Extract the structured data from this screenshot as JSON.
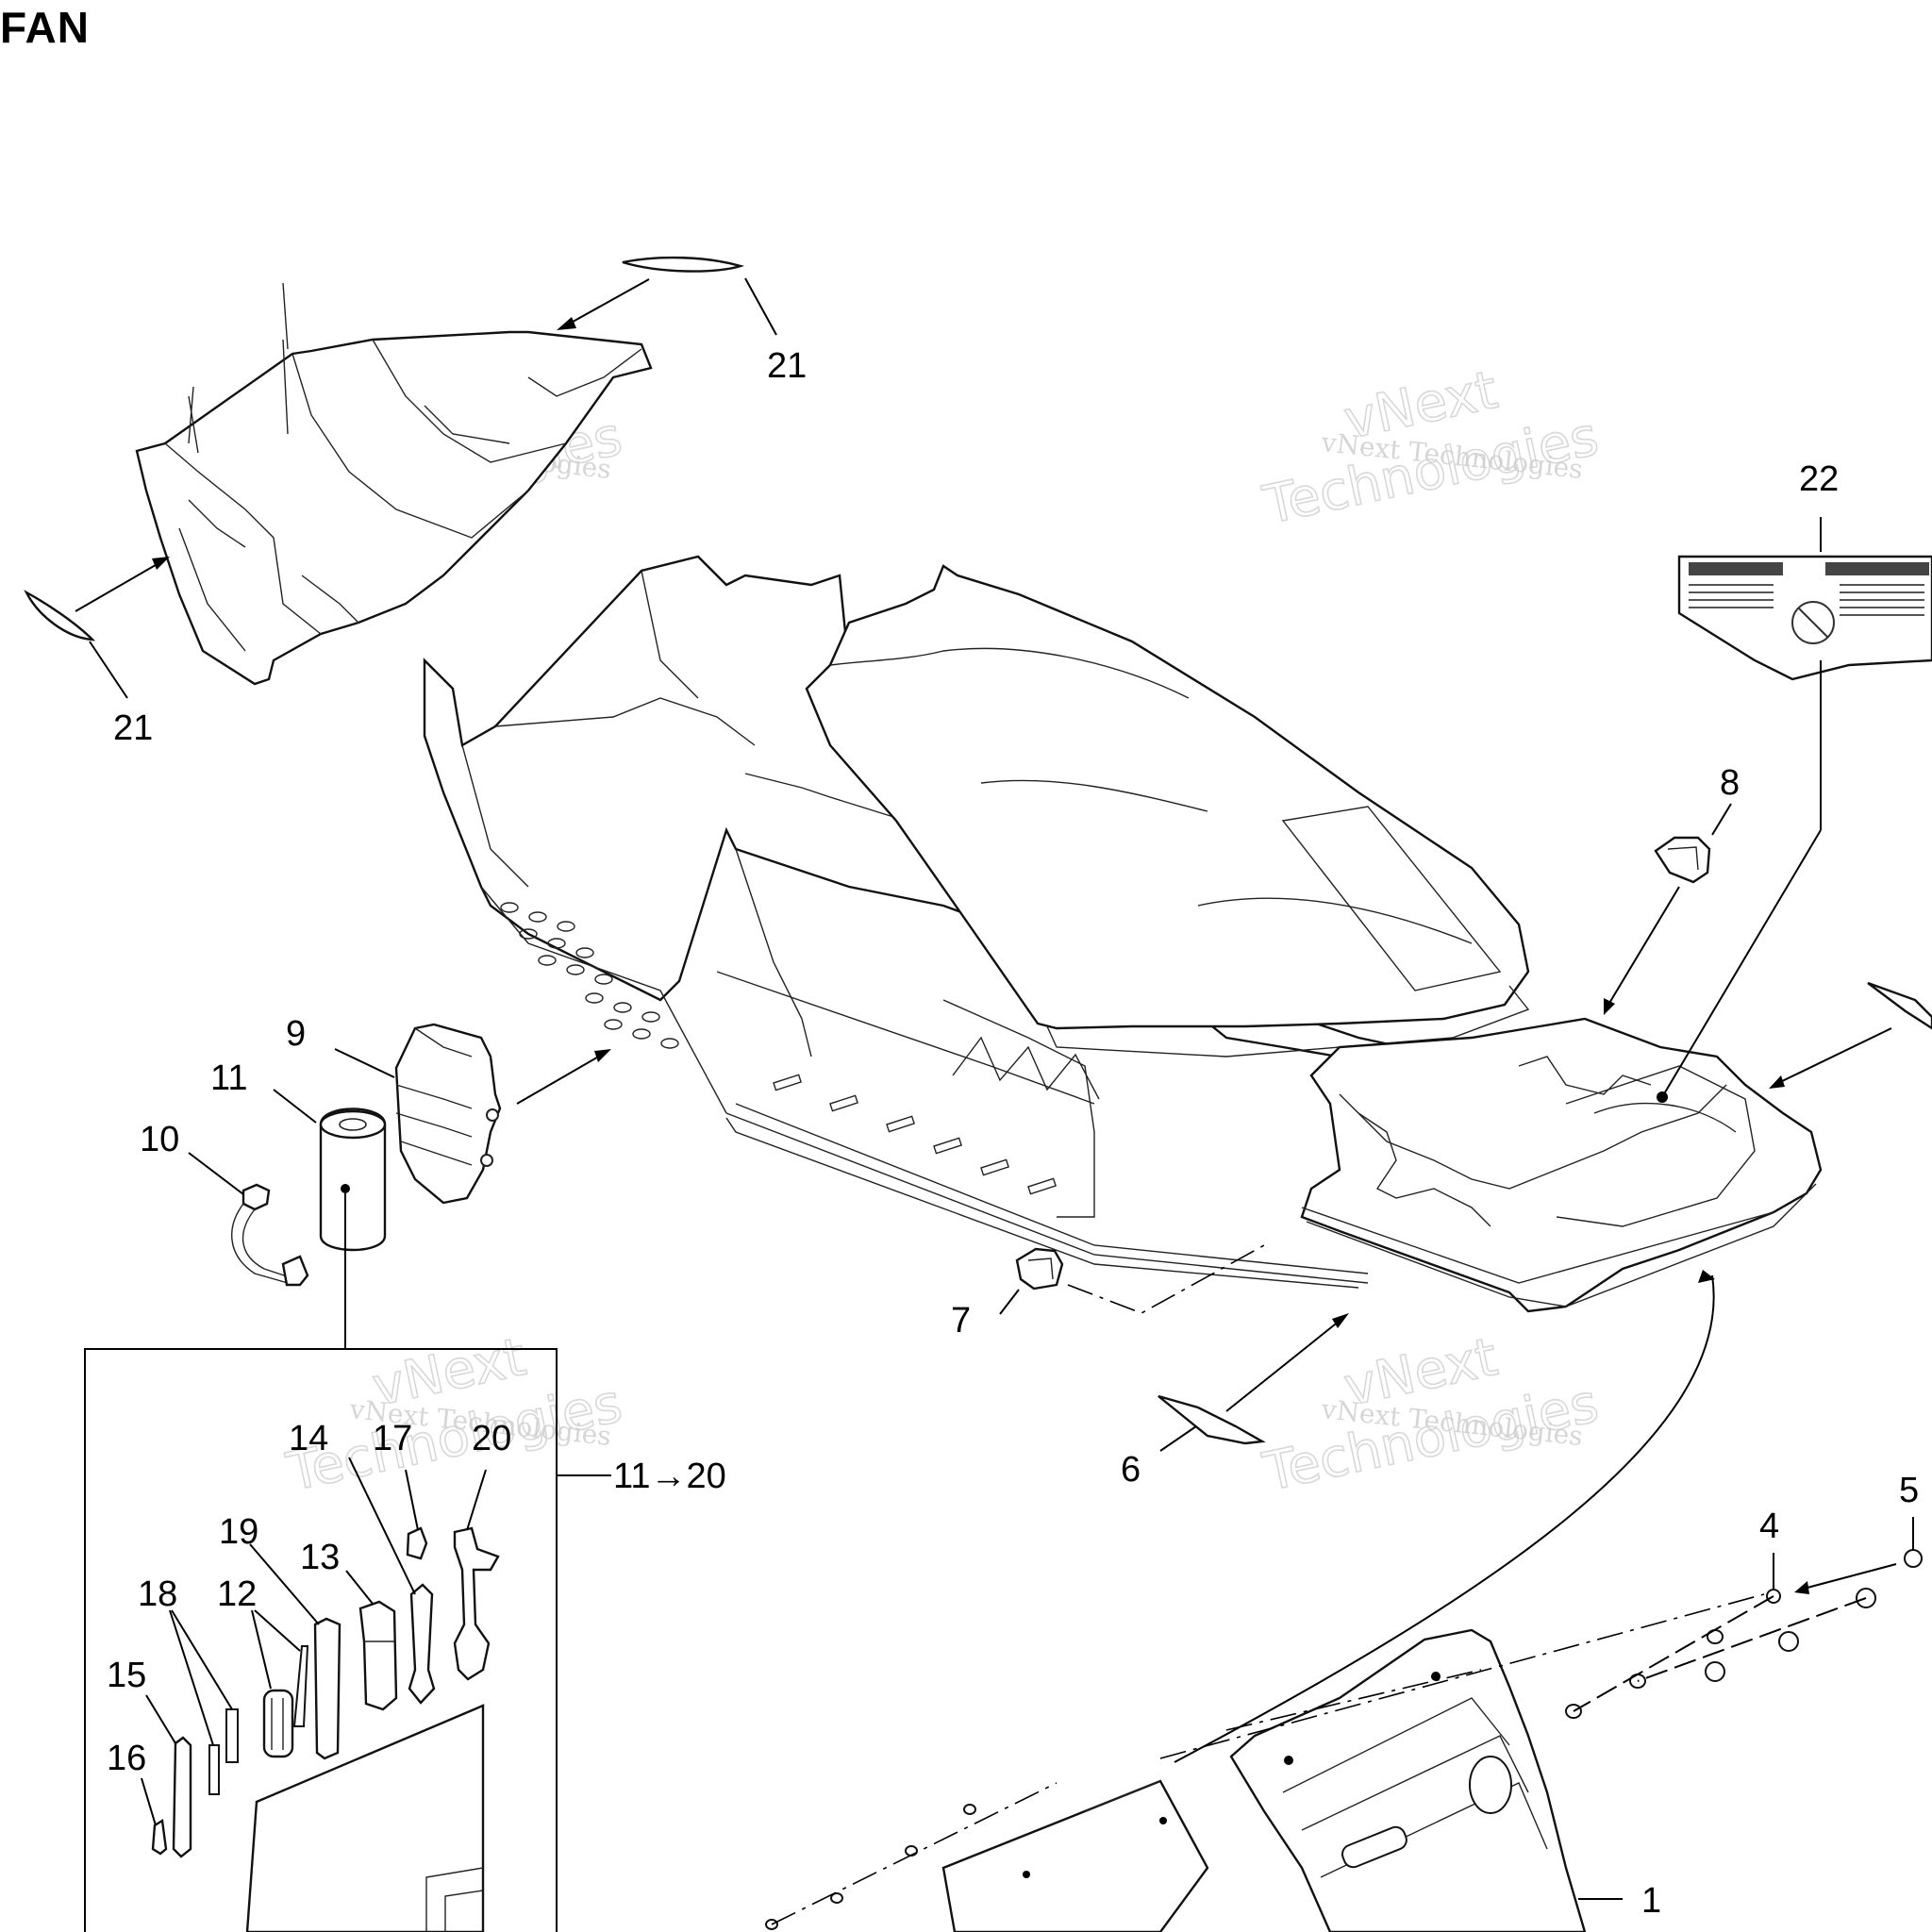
{
  "title": "FAN",
  "watermark": {
    "line1": "vNext Technologies",
    "line2a": "vNext",
    "line2b": "Technologies"
  },
  "kit_label": "11→20",
  "callouts": {
    "c1": "1",
    "c4": "4",
    "c5": "5",
    "c6": "6",
    "c7": "7",
    "c8": "8",
    "c9": "9",
    "c10": "10",
    "c11": "11",
    "c12": "12",
    "c13": "13",
    "c14": "14",
    "c15": "15",
    "c16": "16",
    "c17": "17",
    "c18": "18",
    "c19": "19",
    "c20": "20",
    "c21a": "21",
    "c21b": "21",
    "c22": "22"
  }
}
